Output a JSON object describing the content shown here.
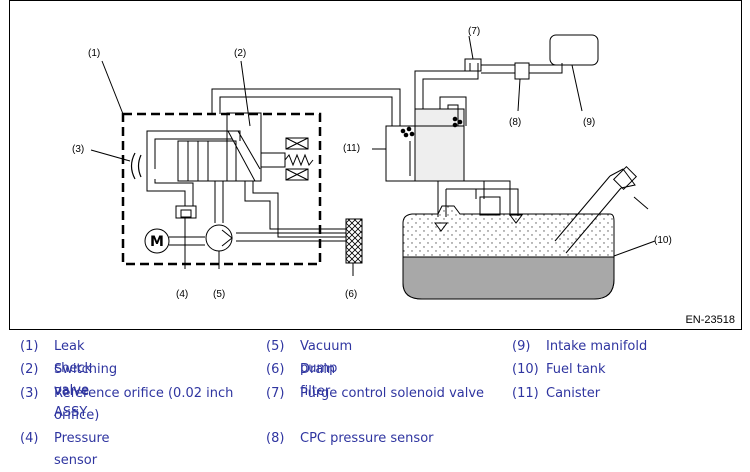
{
  "figure": {
    "id": "EN-23518",
    "refs": [
      "(1)",
      "(2)",
      "(3)",
      "(4)",
      "(5)",
      "(6)",
      "(7)",
      "(8)",
      "(9)",
      "(10)",
      "(11)"
    ],
    "motor_symbol": "M"
  },
  "legend": [
    {
      "num": "(1)",
      "text": "Leak check valve ASSY"
    },
    {
      "num": "(2)",
      "text": "Switching valve"
    },
    {
      "num": "(3)",
      "text": "Reference orifice (0.02 inch orifice)"
    },
    {
      "num": "(4)",
      "text": "Pressure sensor"
    },
    {
      "num": "(5)",
      "text": "Vacuum pump"
    },
    {
      "num": "(6)",
      "text": "Drain filter"
    },
    {
      "num": "(7)",
      "text": "Purge control solenoid valve"
    },
    {
      "num": "(8)",
      "text": "CPC pressure sensor"
    },
    {
      "num": "(9)",
      "text": "Intake manifold"
    },
    {
      "num": "(10)",
      "text": "Fuel tank"
    },
    {
      "num": "(11)",
      "text": "Canister"
    }
  ]
}
